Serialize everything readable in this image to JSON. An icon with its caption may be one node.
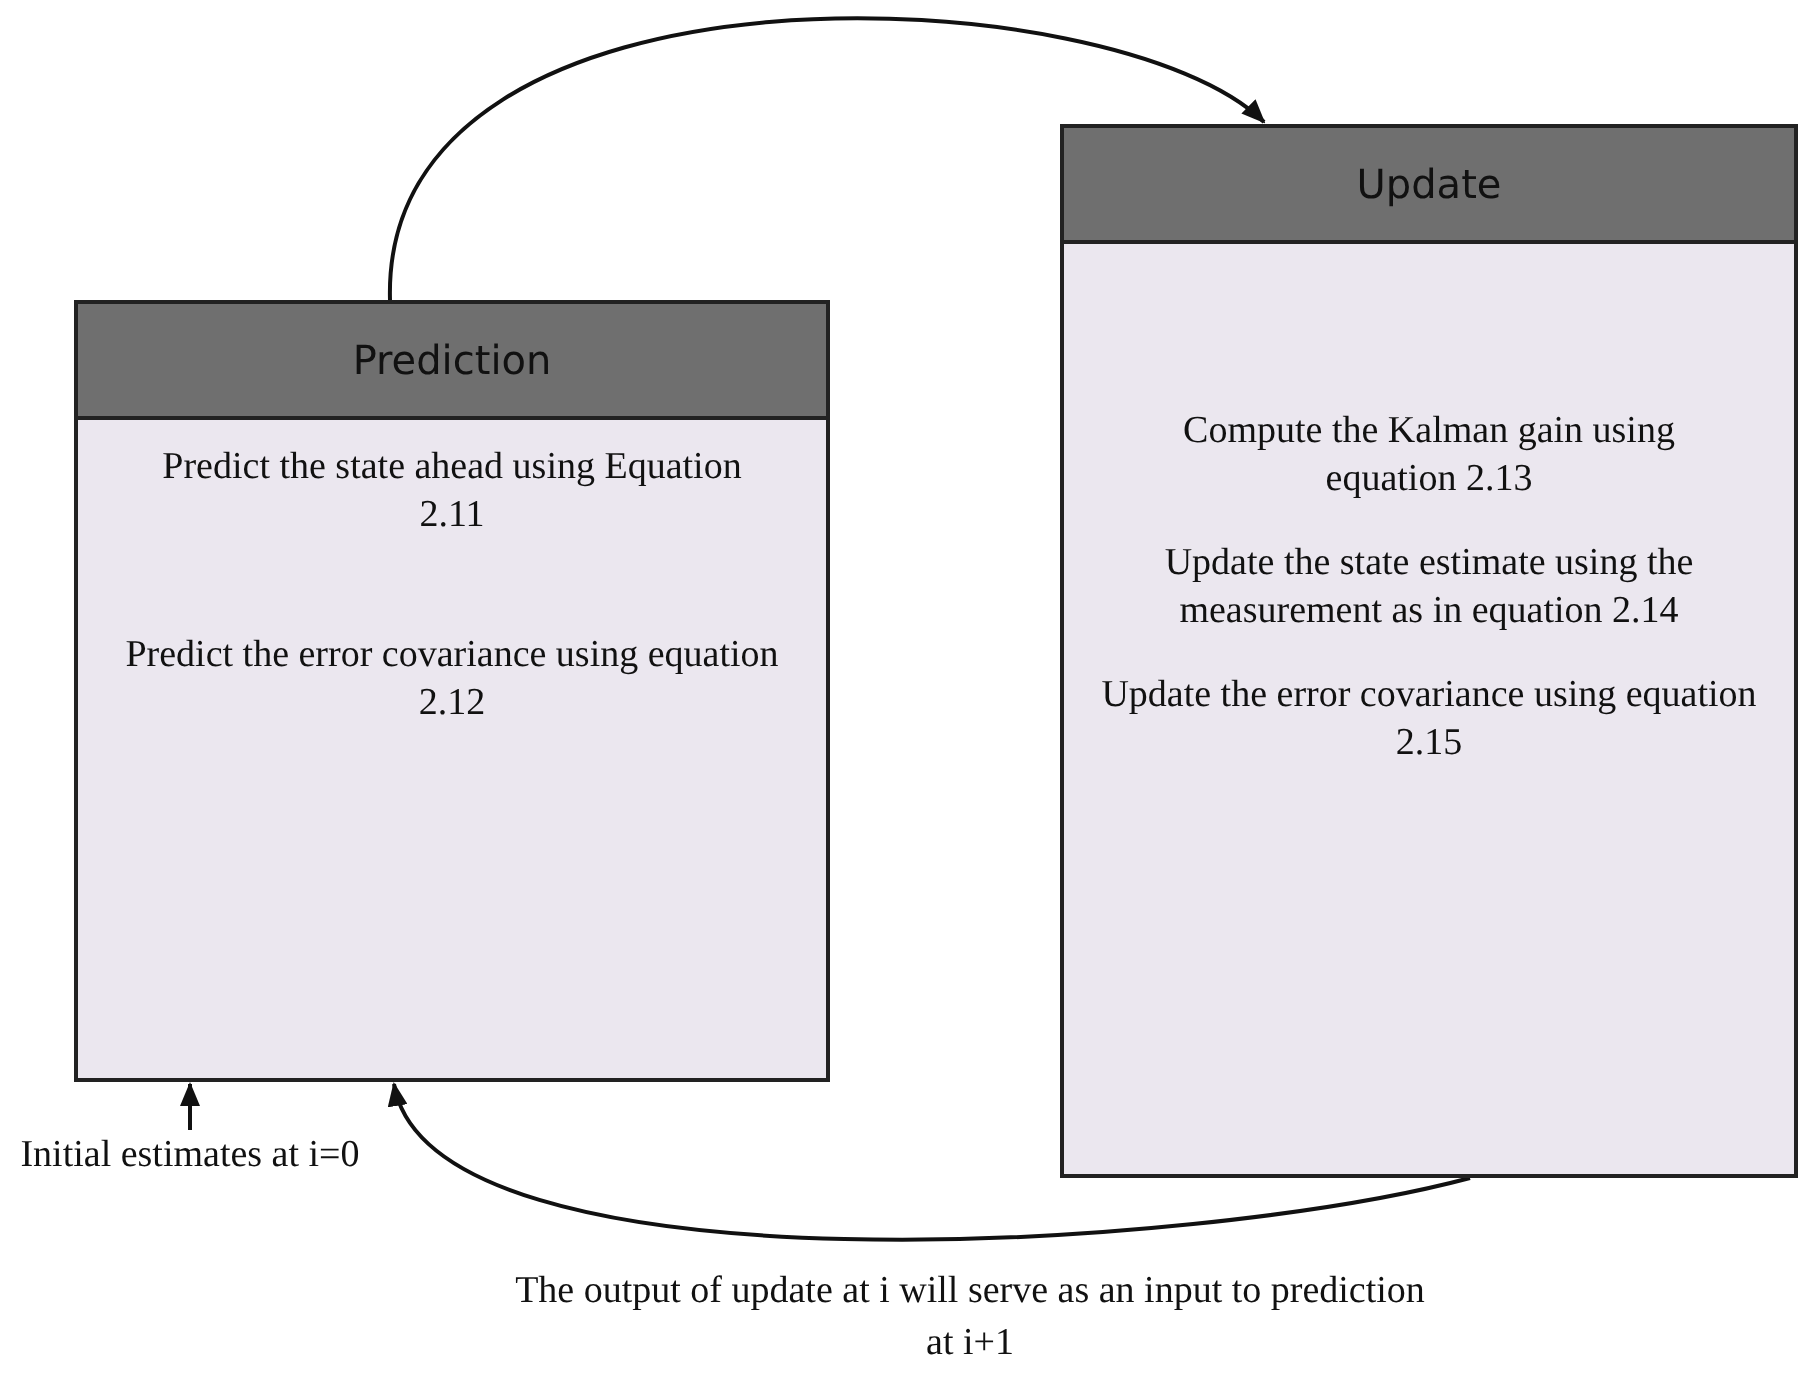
{
  "diagram": {
    "nodes": [
      {
        "text": [
          "Prediction",
          "Predict the state ahead using Equation 2.11",
          "Predict the error covariance using equation 2.12"
        ]
      },
      {
        "text": [
          "Update",
          "Compute the Kalman gain using equation 2.13",
          "Update the state estimate using the measurement as in equation 2.14",
          "Update the error covariance using equation 2.15"
        ]
      },
      {
        "text": [
          "Initial estimates at i=0"
        ]
      }
    ],
    "edges": [
      {
        "from": 0,
        "to": 1,
        "arrow": "to"
      },
      {
        "from": 1,
        "to": 0,
        "arrow": "to",
        "label": "The output of update at i will serve as an input to prediction at i+1"
      },
      {
        "from": 2,
        "to": 0,
        "arrow": "to"
      }
    ]
  }
}
